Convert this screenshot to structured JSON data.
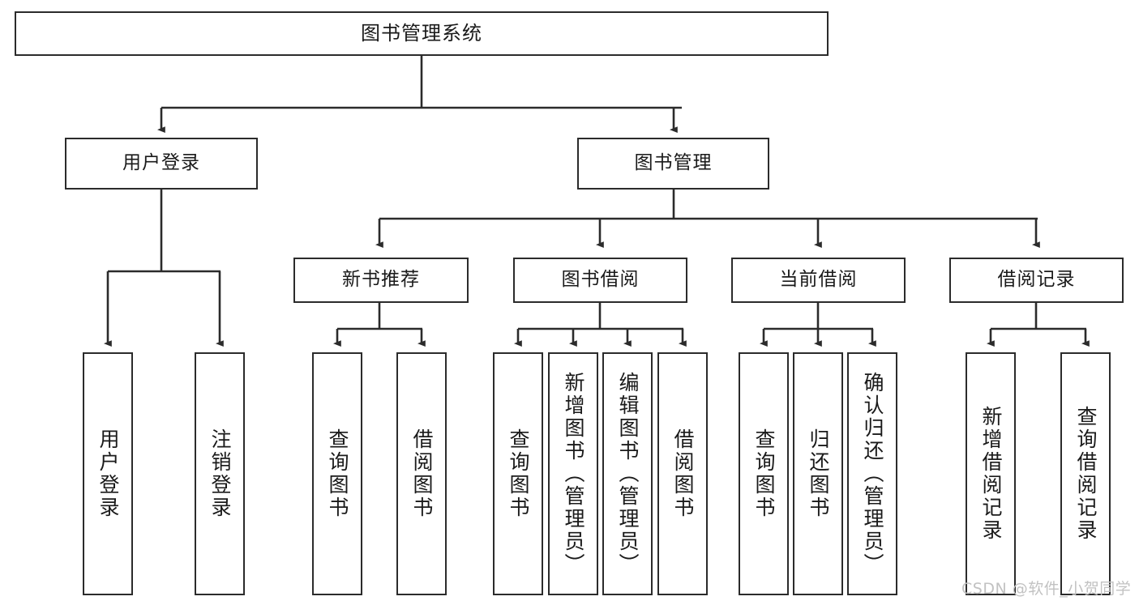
{
  "diagram": {
    "title": "图书管理系统",
    "type": "tree",
    "orientation": "top-down",
    "colors": {
      "node_border": "#2b2b2b",
      "node_fill": "#ffffff",
      "edge": "#2b2b2b",
      "text": "#1a1a1a",
      "background": "#ffffff",
      "watermark": "#c2c2c2"
    },
    "watermark": "CSDN @软件_小贺同学"
  },
  "nodes": {
    "root": {
      "id": "root",
      "label": "图书管理系统",
      "level": 1,
      "orientation": "horizontal"
    },
    "level2": [
      {
        "id": "user-login",
        "label": "用户登录",
        "level": 2,
        "orientation": "horizontal"
      },
      {
        "id": "book-manage",
        "label": "图书管理",
        "level": 2,
        "orientation": "horizontal"
      }
    ],
    "level3": [
      {
        "id": "new-book-recommend",
        "label": "新书推荐",
        "level": 3,
        "orientation": "horizontal",
        "parent": "book-manage"
      },
      {
        "id": "book-borrow",
        "label": "图书借阅",
        "level": 3,
        "orientation": "horizontal",
        "parent": "book-manage"
      },
      {
        "id": "current-borrow",
        "label": "当前借阅",
        "level": 3,
        "orientation": "horizontal",
        "parent": "book-manage"
      },
      {
        "id": "borrow-record",
        "label": "借阅记录",
        "level": 3,
        "orientation": "horizontal",
        "parent": "book-manage"
      }
    ],
    "leaves": [
      {
        "id": "leaf-user-login",
        "label": "用户登录",
        "parent": "user-login",
        "orientation": "vertical"
      },
      {
        "id": "leaf-user-logout",
        "label": "注销登录",
        "parent": "user-login",
        "orientation": "vertical"
      },
      {
        "id": "leaf-query-book-rec",
        "label": "查询图书",
        "parent": "new-book-recommend",
        "orientation": "vertical"
      },
      {
        "id": "leaf-borrow-book-rec",
        "label": "借阅图书",
        "parent": "new-book-recommend",
        "orientation": "vertical"
      },
      {
        "id": "leaf-query-book-borrow",
        "label": "查询图书",
        "parent": "book-borrow",
        "orientation": "vertical"
      },
      {
        "id": "leaf-add-book-admin",
        "label": "新增图书（管理员）",
        "parent": "book-borrow",
        "orientation": "vertical"
      },
      {
        "id": "leaf-edit-book-admin",
        "label": "编辑图书（管理员）",
        "parent": "book-borrow",
        "orientation": "vertical"
      },
      {
        "id": "leaf-borrow-book",
        "label": "借阅图书",
        "parent": "book-borrow",
        "orientation": "vertical"
      },
      {
        "id": "leaf-query-book-current",
        "label": "查询图书",
        "parent": "current-borrow",
        "orientation": "vertical"
      },
      {
        "id": "leaf-return-book",
        "label": "归还图书",
        "parent": "current-borrow",
        "orientation": "vertical"
      },
      {
        "id": "leaf-confirm-return-admin",
        "label": "确认归还（管理员）",
        "parent": "current-borrow",
        "orientation": "vertical"
      },
      {
        "id": "leaf-add-borrow-record",
        "label": "新增借阅记录",
        "parent": "borrow-record",
        "orientation": "vertical"
      },
      {
        "id": "leaf-query-borrow-record",
        "label": "查询借阅记录",
        "parent": "borrow-record",
        "orientation": "vertical"
      }
    ]
  }
}
